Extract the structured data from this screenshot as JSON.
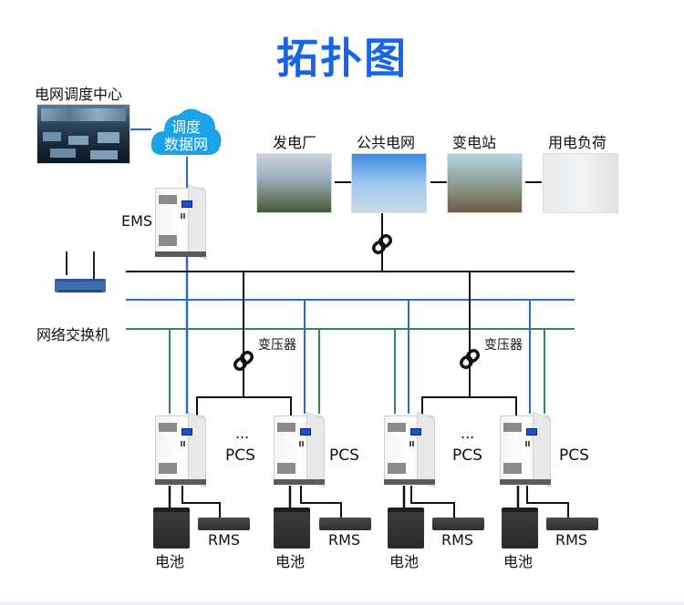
{
  "title": "拓扑图",
  "colors": {
    "title": "#1764e8",
    "power_bus": "#000000",
    "data_bus": "#2b6cc4",
    "comm_bus": "#2e8b57",
    "cloud": "#1aa3e8"
  },
  "dispatch_center": {
    "label": "电网调度中心",
    "image": "control-room-photo"
  },
  "cloud": {
    "line1": "调度",
    "line2": "数据网"
  },
  "ems": {
    "label": "EMS"
  },
  "switch": {
    "label": "网络交换机"
  },
  "grid_chain": [
    {
      "label": "发电厂",
      "image": "power-plant-photo"
    },
    {
      "label": "公共电网",
      "image": "transmission-towers-photo"
    },
    {
      "label": "变电站",
      "image": "substation-photo"
    },
    {
      "label": "用电负荷",
      "image": "switchgear-photo"
    }
  ],
  "transformers": [
    {
      "label": "变压器"
    },
    {
      "label": "变压器"
    }
  ],
  "units": [
    {
      "pcs": "PCS",
      "battery": "电池",
      "rms": "RMS"
    },
    {
      "pcs": "PCS",
      "battery": "电池",
      "rms": "RMS"
    },
    {
      "pcs": "PCS",
      "battery": "电池",
      "rms": "RMS"
    },
    {
      "pcs": "PCS",
      "battery": "电池",
      "rms": "RMS"
    }
  ],
  "ellipsis": "..."
}
